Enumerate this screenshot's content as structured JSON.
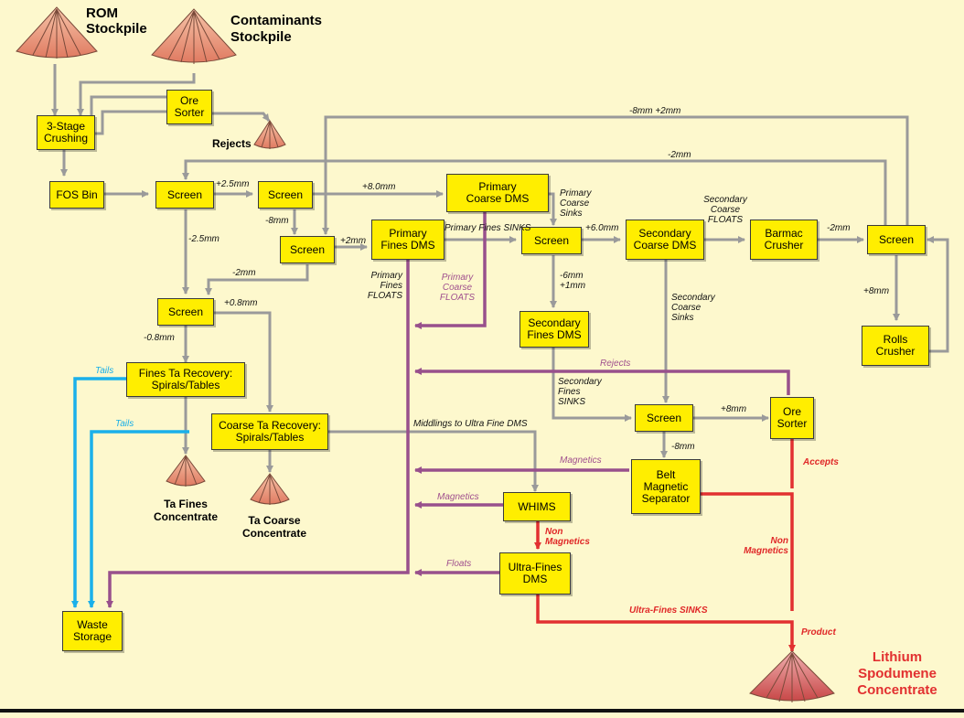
{
  "colors": {
    "background": "#fdf8cd",
    "box_fill": "#ffee00",
    "grey_flow": "#9a9a9a",
    "purple_flow": "#98508c",
    "red_flow": "#e23030",
    "blue_flow": "#1ab0ea",
    "pile": "#e8987c"
  },
  "stockpiles": {
    "rom": "ROM\nStockpile",
    "contaminants": "Contaminants\nStockpile",
    "rejects": "Rejects",
    "ta_fines": "Ta Fines\nConcentrate",
    "ta_coarse": "Ta Coarse\nConcentrate",
    "product": "Lithium\nSpodumene\nConcentrate"
  },
  "units": {
    "crushing": "3-Stage\nCrushing",
    "ore_sorter_1": "Ore\nSorter",
    "fos_bin": "FOS Bin",
    "screen_1": "Screen",
    "screen_2": "Screen",
    "screen_3": "Screen",
    "screen_4": "Screen",
    "screen_5": "Screen",
    "screen_6": "Screen",
    "screen_7": "Screen",
    "primary_coarse_dms": "Primary\nCoarse DMS",
    "primary_fines_dms": "Primary\nFines DMS",
    "secondary_coarse_dms": "Secondary\nCoarse DMS",
    "barmac_crusher": "Barmac\nCrusher",
    "rolls_crusher": "Rolls\nCrusher",
    "secondary_fines_dms": "Secondary\nFines DMS",
    "fines_ta_recovery": "Fines Ta Recovery:\nSpirals/Tables",
    "coarse_ta_recovery": "Coarse Ta Recovery:\nSpirals/Tables",
    "ore_sorter_2": "Ore\nSorter",
    "belt_magnetic_separator": "Belt\nMagnetic\nSeparator",
    "whims": "WHIMS",
    "ultra_fines_dms": "Ultra-Fines\nDMS",
    "waste_storage": "Waste\nStorage"
  },
  "labels": {
    "minus8_plus2": "-8mm +2mm",
    "minus2_top": "-2mm",
    "plus2_5": "+2.5mm",
    "plus8_0": "+8.0mm",
    "minus8_a": "-8mm",
    "minus2_5": "-2.5mm",
    "plus2": "+2mm",
    "minus2_mid": "-2mm",
    "primary_fines_sinks": "Primary Fines SINKS",
    "primary_coarse_sinks": "Primary\nCoarse\nSinks",
    "plus6_0": "+6.0mm",
    "secondary_coarse_floats": "Secondary\nCoarse\nFLOATS",
    "minus2_barmac": "-2mm",
    "minus6_plus1": "-6mm\n+1mm",
    "plus8_rolls": "+8mm",
    "plus0_8": "+0.8mm",
    "minus0_8": "-0.8mm",
    "primary_fines_floats": "Primary\nFines\nFLOATS",
    "primary_coarse_floats": "Primary\nCoarse\nFLOATS",
    "secondary_coarse_sinks": "Secondary\nCoarse\nSinks",
    "rejects_flow": "Rejects",
    "secondary_fines_sinks": "Secondary\nFines\nSINKS",
    "plus8_sorter": "+8mm",
    "tails_1": "Tails",
    "tails_2": "Tails",
    "middlings": "Middlings to Ultra Fine DMS",
    "minus8_belt": "-8mm",
    "magnetics_1": "Magnetics",
    "accepts": "Accepts",
    "magnetics_2": "Magnetics",
    "non_magnetics_1": "Non\nMagnetics",
    "non_magnetics_2": "Non\nMagnetics",
    "floats": "Floats",
    "ultra_fines_sinks": "Ultra-Fines SINKS",
    "product": "Product"
  }
}
